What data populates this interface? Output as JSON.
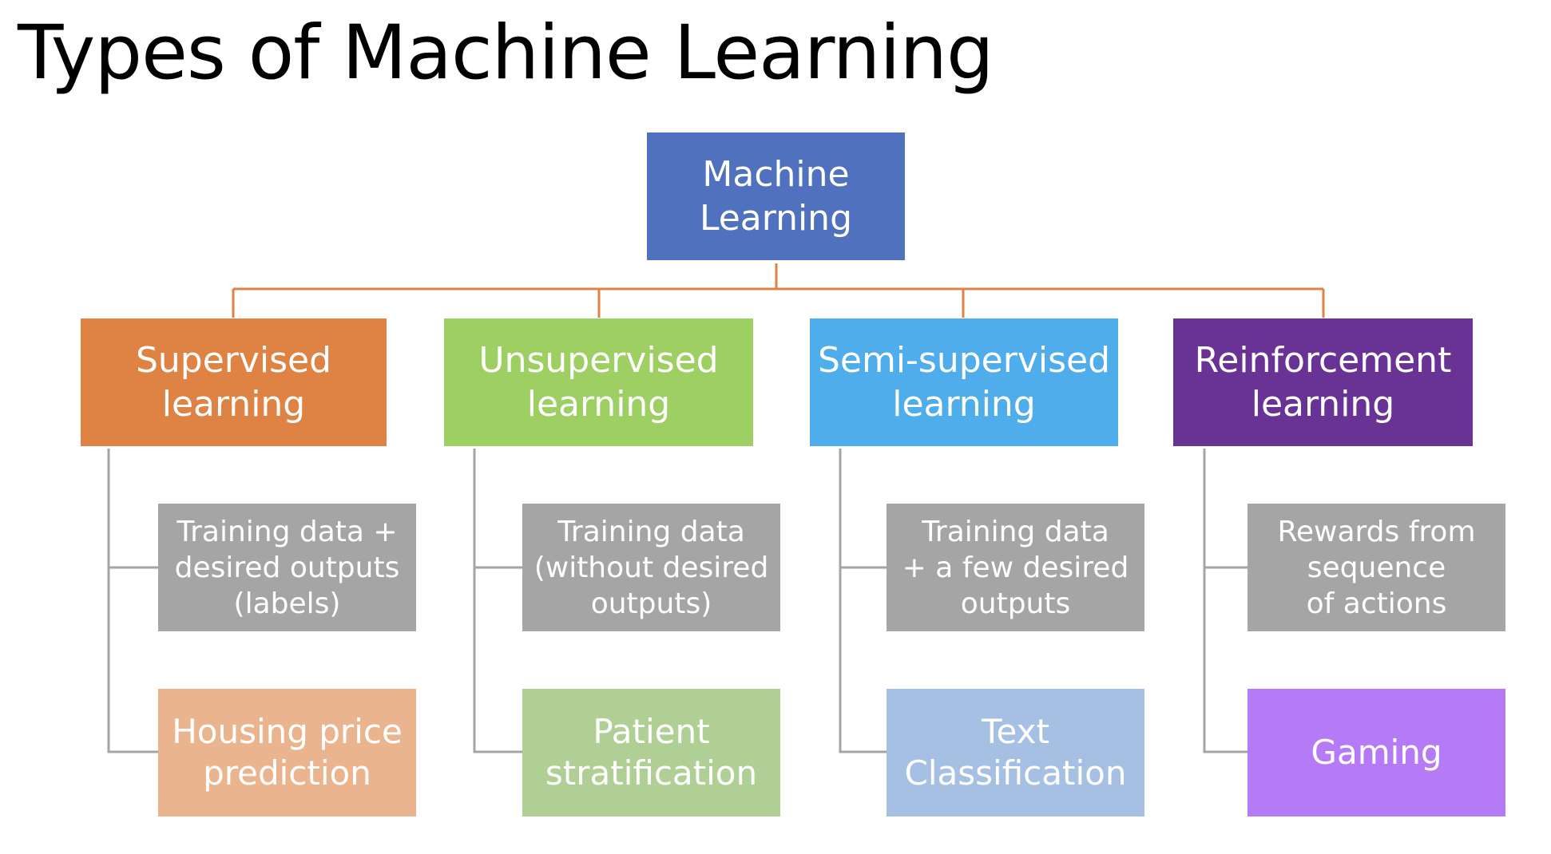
{
  "title": "Types of Machine Learning",
  "root": {
    "label": "Machine\nLearning",
    "color": "#4F71BE"
  },
  "connector_colors": {
    "root": "#DE8344",
    "branch": "#A5A5A5"
  },
  "categories": [
    {
      "label": "Supervised\nlearning",
      "color": "#DE8344",
      "description": {
        "label": "Training data +\ndesired outputs\n(labels)",
        "color": "#A5A5A5"
      },
      "example": {
        "label": "Housing price\nprediction",
        "color": "#E9B48E"
      }
    },
    {
      "label": "Unsupervised\nlearning",
      "color": "#9ECF62",
      "description": {
        "label": "Training data\n(without desired\noutputs)",
        "color": "#A5A5A5"
      },
      "example": {
        "label": "Patient\nstratification",
        "color": "#B0CF94"
      }
    },
    {
      "label": "Semi-supervised\nlearning",
      "color": "#4EADEA",
      "description": {
        "label": "Training data\n+ a few desired\noutputs",
        "color": "#A5A5A5"
      },
      "example": {
        "label": "Text\nClassification",
        "color": "#A6C0E3"
      }
    },
    {
      "label": "Reinforcement\nlearning",
      "color": "#693396",
      "description": {
        "label": "Rewards from\nsequence\nof actions",
        "color": "#A5A5A5"
      },
      "example": {
        "label": "Gaming",
        "color": "#B57BF7"
      }
    }
  ]
}
